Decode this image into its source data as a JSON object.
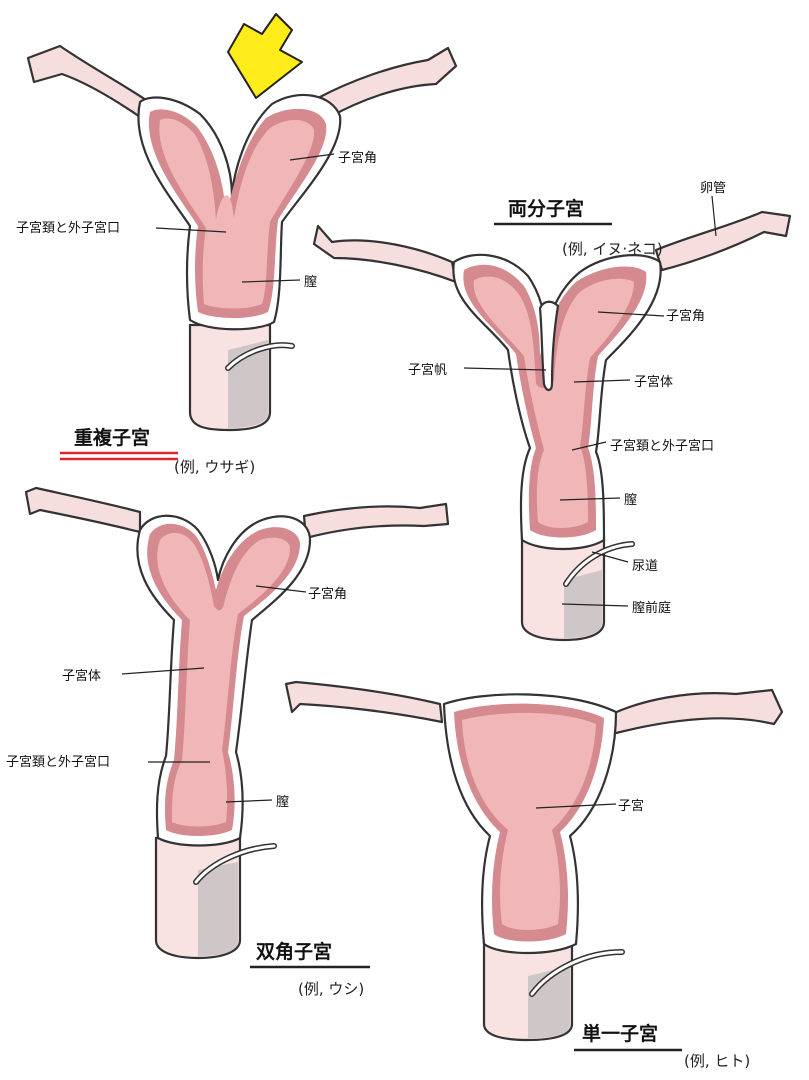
{
  "labels": {
    "duplex": {
      "title": "重複子宮",
      "example": "(例, ウサギ)",
      "horn": "子宮角",
      "cervix_os": "子宮頚と外子宮口",
      "vagina": "膣"
    },
    "bipartite": {
      "title": "両分子宮",
      "example": "(例, イヌ·ネコ)",
      "oviduct": "卵管",
      "horn": "子宮角",
      "velum": "子宮帆",
      "body": "子宮体",
      "cervix_os": "子宮頚と外子宮口",
      "vagina": "膣",
      "urethra": "尿道",
      "vestibule": "膣前庭"
    },
    "bicornuate": {
      "title": "双角子宮",
      "example": "(例, ウシ)",
      "horn": "子宮角",
      "body": "子宮体",
      "cervix_os": "子宮頚と外子宮口",
      "vagina": "膣"
    },
    "simplex": {
      "title": "単一子宮",
      "example": "(例, ヒト)",
      "uterus": "子宮"
    }
  },
  "colors": {
    "arrow": "#ffec1a",
    "duplex_underline": "#e0242a",
    "lumen": "#f1b6b8",
    "lumen_ring": "#d48a8e"
  },
  "icons": {
    "highlight": "yellow-arrow-icon"
  }
}
